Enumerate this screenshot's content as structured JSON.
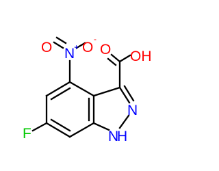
{
  "molecule": {
    "atoms": {
      "nitro_o_left": "O",
      "nitro_n": "N",
      "nitro_plus": "+",
      "nitro_o_right": "O",
      "nitro_minus": "-",
      "carboxyl_o": "O",
      "hydroxyl": "OH",
      "ring_n": "N",
      "nh_n": "N",
      "nh_h": "H",
      "fluorine": "F"
    },
    "colors": {
      "bond": "#000000",
      "oxygen": "#ff0000",
      "nitrogen": "#0000ff",
      "fluorine": "#00c800"
    }
  }
}
